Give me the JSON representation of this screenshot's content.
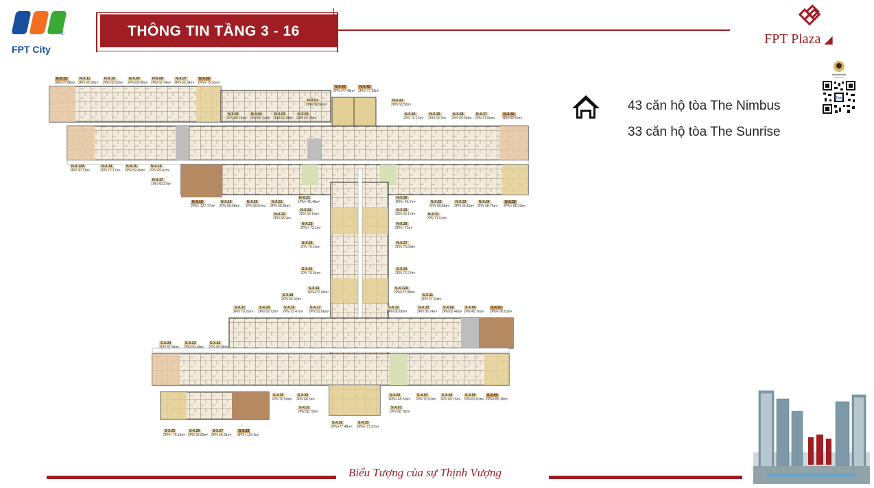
{
  "header": {
    "brand": "FPT City",
    "title": "THÔNG TIN TẦNG 3 - 16",
    "plaza_brand": "FPT Plaza"
  },
  "info": {
    "nimbus": "43 căn hộ tòa The Nimbus",
    "sunrise": "33 căn hộ tòa The Sunrise"
  },
  "footer": {
    "slogan": "Biểu Tượng của sự Thịnh Vượng"
  },
  "colors": {
    "brand_red": "#a01d24",
    "fpt_blue": "#1a4fa0",
    "fpt_orange": "#f26f21",
    "fpt_green": "#3aa935"
  },
  "units": [
    {
      "code": "N-X.12",
      "area": "3PN 97.88m²",
      "highlight": true
    },
    {
      "code": "N-X.11",
      "area": "2PN 69.98m²"
    },
    {
      "code": "N-X.10",
      "area": "2PN 69.93m²"
    },
    {
      "code": "N-X.09",
      "area": "2PN 69.49m²"
    },
    {
      "code": "N-X.08",
      "area": "2PN 69.74m²"
    },
    {
      "code": "N-X.07",
      "area": "2PN 69.34m²"
    },
    {
      "code": "N-X.06",
      "area": "2PN+ 79.03m²",
      "highlight": true
    },
    {
      "code": "N-X.43",
      "area": "2PN+77.46m²",
      "highlight": true
    },
    {
      "code": "N-X.42",
      "area": "2PN+77.38m²",
      "highlight": true
    },
    {
      "code": "N-X.01",
      "area": "2PN 69.66m²"
    },
    {
      "code": "N-X.41",
      "area": "2PN 69.58m²"
    },
    {
      "code": "N-X.05",
      "area": "2PN 69.74m²"
    },
    {
      "code": "N-X.04",
      "area": "2PN 69.34m²"
    },
    {
      "code": "N-X.03",
      "area": "2PN 69.28m²"
    },
    {
      "code": "N-X.02",
      "area": "2PN 69.78m²"
    },
    {
      "code": "N-X.40",
      "area": "2PN 74.13m²"
    },
    {
      "code": "N-X.39",
      "area": "2PN 69.7m²"
    },
    {
      "code": "N-X.38",
      "area": "2PN 69.68m²"
    },
    {
      "code": "N-X.37",
      "area": "2PN 71.06m²"
    },
    {
      "code": "N-X.36",
      "area": "3PN 89.82m²",
      "highlight": true
    },
    {
      "code": "N-X.12A",
      "area": "3PN 90.31m²"
    },
    {
      "code": "N-X.14",
      "area": "2PN 72.17m²"
    },
    {
      "code": "N-X.15",
      "area": "2PN 69.49m²"
    },
    {
      "code": "N-X.16",
      "area": "2PN 69.42m²"
    },
    {
      "code": "N-X.17",
      "area": "1PN 40.27m²"
    },
    {
      "code": "N-X.18",
      "area": "2PN+ 127.77m²",
      "highlight": true
    },
    {
      "code": "N-X.19",
      "area": "2PN 69.68m²"
    },
    {
      "code": "N-X.20",
      "area": "2PN 69.54m²"
    },
    {
      "code": "N-X.21",
      "area": "2PN 69.85m²"
    },
    {
      "code": "N-X.22",
      "area": "2PN 68.9m²"
    },
    {
      "code": "N-X.23",
      "area": "1PN+ 45.49m²"
    },
    {
      "code": "N-X.24",
      "area": "2PN 69.13m²"
    },
    {
      "code": "N-X.25",
      "area": "2PN+ 73.1m²"
    },
    {
      "code": "N-X.26",
      "area": "2PN 70.11m²"
    },
    {
      "code": "N-X.30",
      "area": "1PN+ 45.7m²"
    },
    {
      "code": "N-X.29",
      "area": "2PN 69.17m²"
    },
    {
      "code": "N-X.28",
      "area": "2PN+ 73m²"
    },
    {
      "code": "N-X.27",
      "area": "2PN 70.09m²"
    },
    {
      "code": "N-X.32",
      "area": "2PN 69.58m²"
    },
    {
      "code": "N-X.33",
      "area": "2PN 69.15m²"
    },
    {
      "code": "N-X.34",
      "area": "2PN 68.75m²"
    },
    {
      "code": "N-X.35",
      "area": "2PN+ 80.23m²",
      "highlight": true
    },
    {
      "code": "N-X.31",
      "area": "2PN 72.63m²"
    },
    {
      "code": "S-X.15",
      "area": "2PN 70.34m²"
    },
    {
      "code": "S-X.14",
      "area": "2PN 70.27m²"
    },
    {
      "code": "S-X.16",
      "area": "2PN+72.98m²"
    },
    {
      "code": "S-X.12A",
      "area": "2PN+72.88m²"
    },
    {
      "code": "S-X.18",
      "area": "2PN 64.93m²"
    },
    {
      "code": "S-X.11",
      "area": "2PN 67.40m²"
    },
    {
      "code": "S-X.21",
      "area": "2PN 70.26m²"
    },
    {
      "code": "S-X.20",
      "area": "2PN 69.72m²"
    },
    {
      "code": "S-X.19",
      "area": "2PN 72.47m²"
    },
    {
      "code": "S-X.17",
      "area": "2PN 59.66m²"
    },
    {
      "code": "S-X.12",
      "area": "2PN 80.06m²"
    },
    {
      "code": "S-X.10",
      "area": "2PN 86.74m²"
    },
    {
      "code": "S-X.09",
      "area": "2PN 69.46m²"
    },
    {
      "code": "S-X.08",
      "area": "1PN 49.76m²"
    },
    {
      "code": "S-X.07",
      "area": "2PN+ 96.03m²",
      "highlight": true
    },
    {
      "code": "S-X.24",
      "area": "3PN 87.84m²"
    },
    {
      "code": "S-X.23",
      "area": "2PN 69.44m²"
    },
    {
      "code": "S-X.22",
      "area": "2PN 69.88m²"
    },
    {
      "code": "S-X.29",
      "area": "2PN 70.58m²"
    },
    {
      "code": "S-X.30",
      "area": "2PN 68.5m²"
    },
    {
      "code": "S-X.02",
      "area": "1PN+ 45.53m²"
    },
    {
      "code": "S-X.03",
      "area": "2PN 70.03m²"
    },
    {
      "code": "S-X.04",
      "area": "2PN 69.76m²"
    },
    {
      "code": "S-X.05",
      "area": "2PN 69.83m²"
    },
    {
      "code": "S-X.06",
      "area": "2PN+ 80.38m²",
      "highlight": true
    },
    {
      "code": "S-X.31",
      "area": "2PN 58.79m²"
    },
    {
      "code": "S-X.01",
      "area": "2PN 58.78m²"
    },
    {
      "code": "S-X.32",
      "area": "2PN+77.48m²"
    },
    {
      "code": "S-X.33",
      "area": "2PN+ 77.37m²"
    },
    {
      "code": "S-X.25",
      "area": "2PN+ 76.16m²"
    },
    {
      "code": "S-X.26",
      "area": "2PN 69.89m²"
    },
    {
      "code": "S-X.27",
      "area": "2PN 69.91m²"
    },
    {
      "code": "S-X.28",
      "area": "3PN+ 110.4m²",
      "highlight": true
    }
  ]
}
